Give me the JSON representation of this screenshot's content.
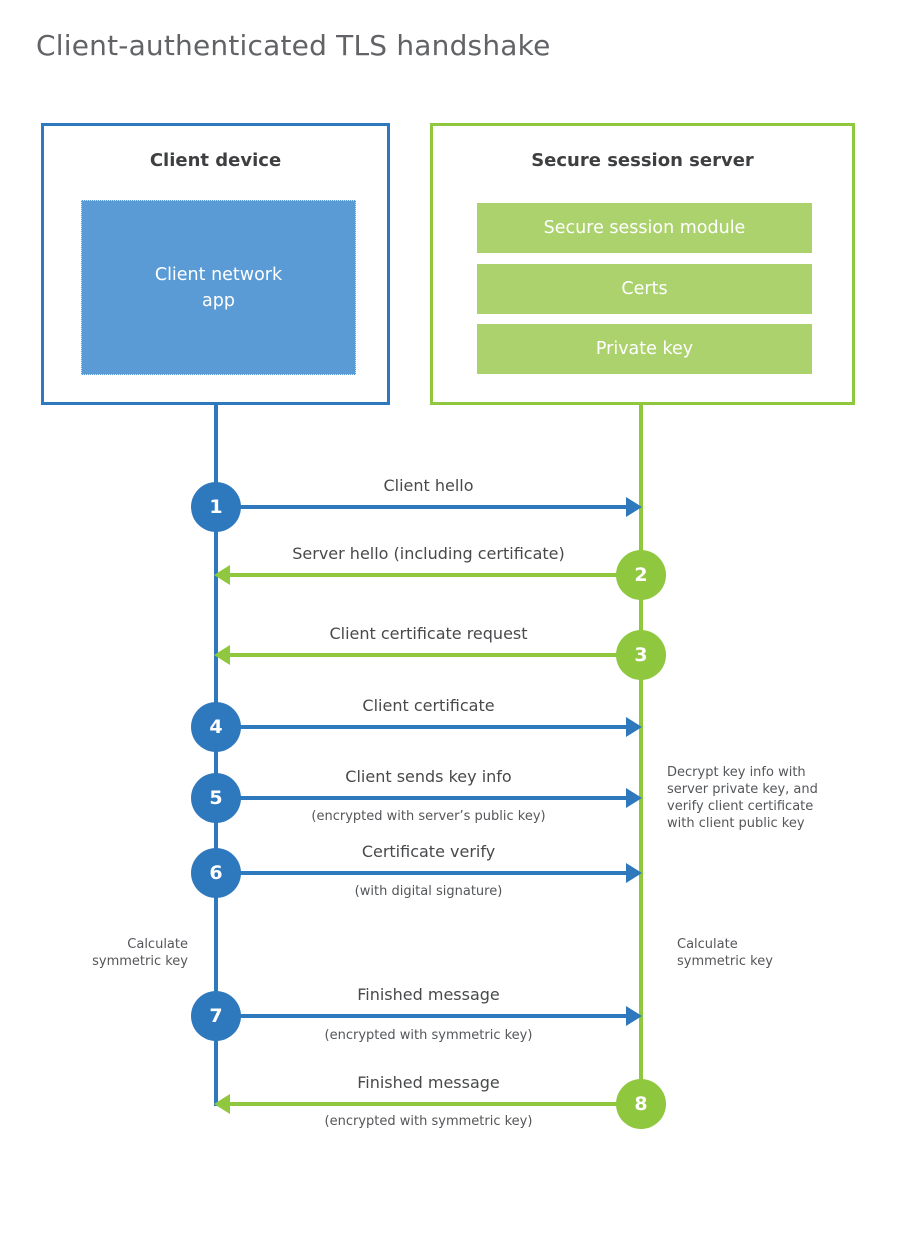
{
  "title": "Client-authenticated TLS handshake",
  "client_box": {
    "title": "Client device",
    "app_label": "Client network\napp"
  },
  "server_box": {
    "title": "Secure session server",
    "modules": [
      "Secure session module",
      "Certs",
      "Private key"
    ]
  },
  "messages": [
    {
      "number": "1",
      "label": "Client hello",
      "sublabel": "",
      "direction": "right",
      "from": "client",
      "to": "server"
    },
    {
      "number": "2",
      "label": "Server hello (including certificate)",
      "sublabel": "",
      "direction": "left",
      "from": "server",
      "to": "client"
    },
    {
      "number": "3",
      "label": "Client certificate request",
      "sublabel": "",
      "direction": "left",
      "from": "server",
      "to": "client"
    },
    {
      "number": "4",
      "label": "Client certificate",
      "sublabel": "",
      "direction": "right",
      "from": "client",
      "to": "server"
    },
    {
      "number": "5",
      "label": "Client sends key info",
      "sublabel": "(encrypted with server’s public key)",
      "direction": "right",
      "from": "client",
      "to": "server"
    },
    {
      "number": "6",
      "label": "Certificate verify",
      "sublabel": "(with digital signature)",
      "direction": "right",
      "from": "client",
      "to": "server"
    },
    {
      "number": "7",
      "label": "Finished message",
      "sublabel": "(encrypted with symmetric key)",
      "direction": "right",
      "from": "client",
      "to": "server"
    },
    {
      "number": "8",
      "label": "Finished message",
      "sublabel": "(encrypted with symmetric key)",
      "direction": "left",
      "from": "server",
      "to": "client"
    }
  ],
  "notes": {
    "decrypt_note": "Decrypt key info with\nserver private key, and\nverify client certificate\nwith client public key",
    "calculate_left": "Calculate\nsymmetric key",
    "calculate_right": "Calculate\nsymmetric key"
  },
  "colors": {
    "client_blue": "#2E78BE",
    "client_app_fill": "#5B9BD5",
    "server_green": "#8FC73E",
    "server_module_fill": "#ACD26E",
    "title_gray": "#626366",
    "label_gray": "#48494B"
  }
}
